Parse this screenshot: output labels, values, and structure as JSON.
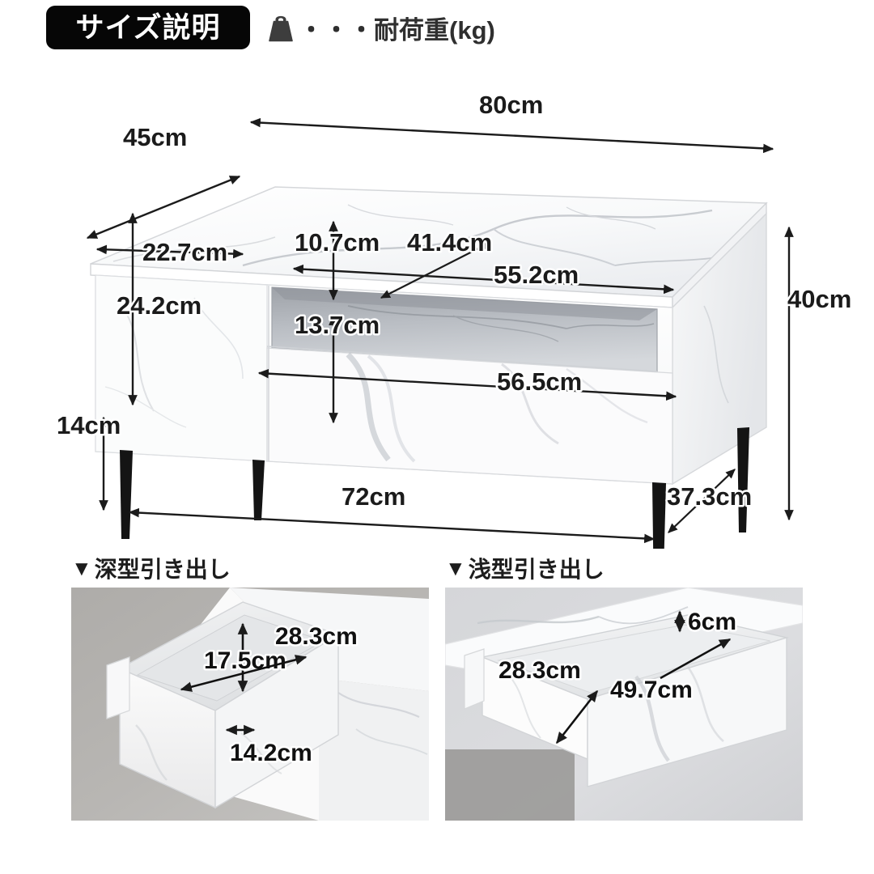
{
  "header": {
    "badge_label": "サイズ説明",
    "legend_icon": "weight-bag-icon",
    "legend_label": "・・・耐荷重(kg)"
  },
  "main_diagram": {
    "product": "marble-top coffee table with open shelf and drawer",
    "dimensions": {
      "depth_top": "45cm",
      "width_top": "80cm",
      "side_panel_width": "22.7cm",
      "body_height": "24.2cm",
      "shelf_height": "10.7cm",
      "shelf_depth": "41.4cm",
      "shelf_width": "55.2cm",
      "drawer_front_height": "13.7cm",
      "drawer_front_width": "56.5cm",
      "total_height": "40cm",
      "leg_height": "14cm",
      "leg_span_width": "72cm",
      "leg_span_depth": "37.3cm"
    }
  },
  "detail_sections": [
    {
      "id": "deep-drawer",
      "marker": "▼",
      "caption": "深型引き出し",
      "labels": {
        "depth": "28.3cm",
        "height": "17.5cm",
        "width": "14.2cm"
      }
    },
    {
      "id": "shallow-drawer",
      "marker": "▼",
      "caption": "浅型引き出し",
      "labels": {
        "height": "6cm",
        "depth": "28.3cm",
        "width": "49.7cm"
      }
    }
  ],
  "colors": {
    "badge_background": "#060606",
    "badge_text": "#ffffff",
    "legend_icon": "#3d3d3d",
    "dimension_line": "#1b1b1b",
    "leg": "#141414",
    "marble_light": "#fdfdfd",
    "marble_shade": "#e9eaec",
    "shelf_interior": "#bcbfc4",
    "floor_left_photo": "#b4b2af",
    "floor_right_photo": "#d9dadd"
  }
}
